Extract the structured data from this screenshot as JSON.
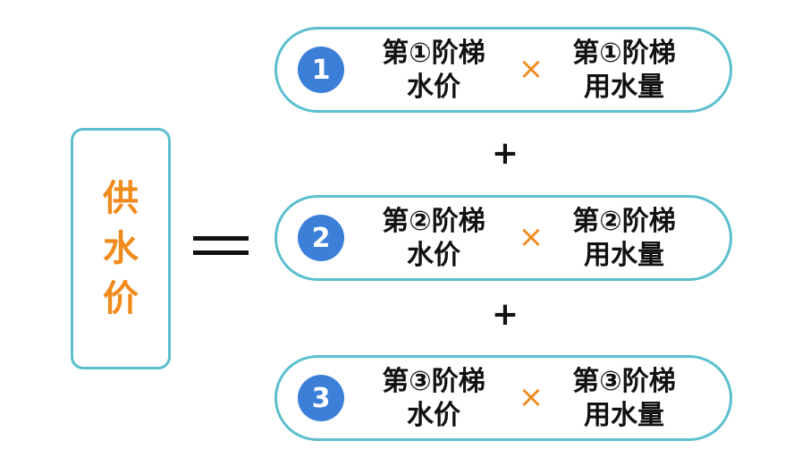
{
  "result_label": "供水价",
  "operators": {
    "plus": "+",
    "times": "×"
  },
  "tiers": [
    {
      "number": "1",
      "price_line1": "第①阶梯",
      "price_line2": "水价",
      "usage_line1": "第①阶梯",
      "usage_line2": "用水量"
    },
    {
      "number": "2",
      "price_line1": "第②阶梯",
      "price_line2": "水价",
      "usage_line1": "第②阶梯",
      "usage_line2": "用水量"
    },
    {
      "number": "3",
      "price_line1": "第③阶梯",
      "price_line2": "水价",
      "usage_line1": "第③阶梯",
      "usage_line2": "用水量"
    }
  ],
  "colors": {
    "border": "#5bbfcf",
    "accent_orange": "#f08a1c",
    "circle_blue": "#3b7fd8"
  }
}
